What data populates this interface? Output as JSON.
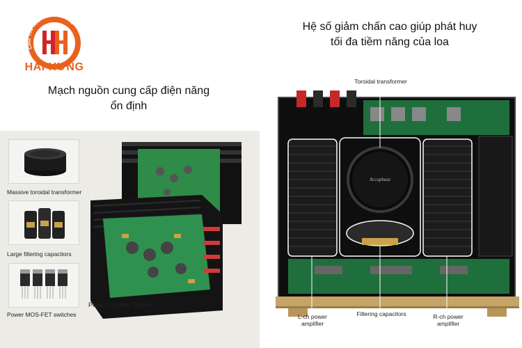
{
  "logo": {
    "arc_text": "CHỮ TÍN TẠO THÀNH CÔNG",
    "brand": "HẢI HƯNG",
    "colors": {
      "orange": "#e8621e",
      "red": "#d3232a"
    }
  },
  "headings": {
    "left_line1": "Mạch nguồn cung cấp điện năng",
    "left_line2": "ổn định",
    "right_line1": "Hệ số giảm chấn cao giúp phát huy",
    "right_line2": "tối đa tiềm năng của loa"
  },
  "left_panel": {
    "captions": {
      "transformer": "Massive toroidal transformer",
      "capacitors": "Large filtering capacitors",
      "mosfet": "Power MOS-FET switches",
      "amp_section": "Power amplifier section"
    }
  },
  "right_panel": {
    "captions": {
      "toroidal": "Toroidal transformer",
      "lch_line1": "L-ch power",
      "lch_line2": "amplifier",
      "filtering": "Filtering capacitors",
      "rch_line1": "R-ch power",
      "rch_line2": "amplifier"
    },
    "transformer_label": "Accuphase"
  }
}
